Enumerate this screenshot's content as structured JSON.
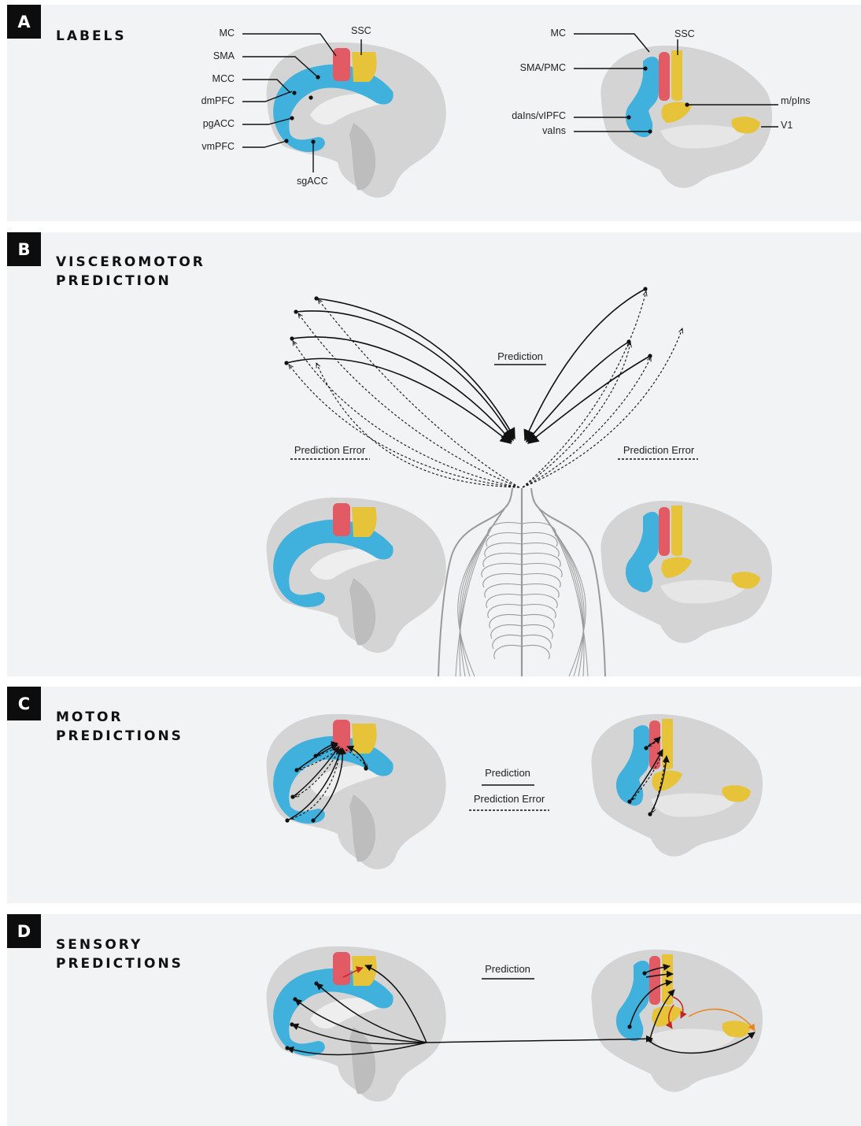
{
  "panels": [
    {
      "letter": "A",
      "title": [
        "LABELS"
      ]
    },
    {
      "letter": "B",
      "title": [
        "VISCEROMOTOR",
        "PREDICTION"
      ]
    },
    {
      "letter": "C",
      "title": [
        "MOTOR",
        "PREDICTIONS"
      ]
    },
    {
      "letter": "D",
      "title": [
        "SENSORY",
        "PREDICTIONS"
      ]
    }
  ],
  "labels_medial": [
    "MC",
    "SMA",
    "MCC",
    "dmPFC",
    "pgACC",
    "vmPFC",
    "sgACC",
    "SSC"
  ],
  "labels_lateral": [
    "MC",
    "SMA/PMC",
    "daIns/vIPFC",
    "vaIns",
    "SSC",
    "m/pIns",
    "V1"
  ],
  "legend": {
    "prediction": "Prediction",
    "prediction_error": "Prediction Error"
  },
  "colors": {
    "panel_bg": "#f2f3f4",
    "brain_gray": "#d4d4d4",
    "blue_region": "#3fb1dc",
    "red_region": "#e25a63",
    "yellow_region": "#e7c33a",
    "badge": "#0d0d0d",
    "sensory_red_arrow": "#c0281e",
    "sensory_orange_arrow": "#e9841e"
  },
  "icons": [
    "medial-brain-icon",
    "lateral-brain-icon",
    "human-torso-nerves-icon"
  ]
}
